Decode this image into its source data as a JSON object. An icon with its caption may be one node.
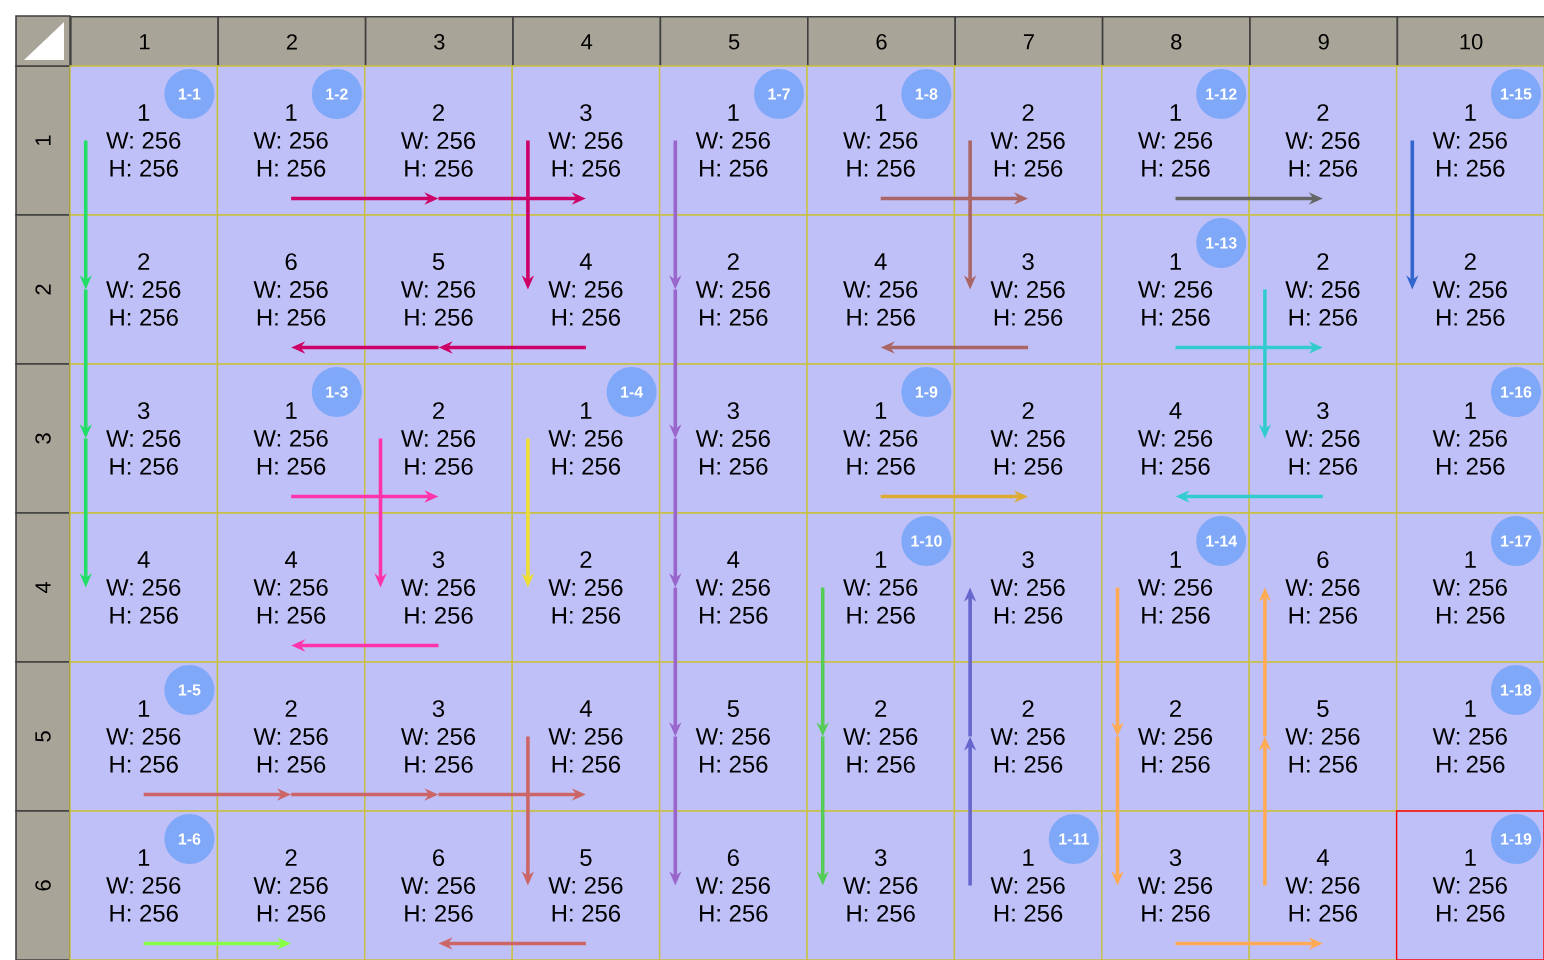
{
  "diagram": {
    "nodes": [
      {
        "text": [
          "1",
          "W: 256",
          "H: 256"
        ]
      },
      {
        "text": [
          "1",
          "W: 256",
          "H: 256"
        ]
      },
      {
        "text": [
          "2",
          "W: 256",
          "H: 256"
        ]
      },
      {
        "text": [
          "3",
          "W: 256",
          "H: 256"
        ]
      },
      {
        "text": [
          "1",
          "W: 256",
          "H: 256"
        ]
      },
      {
        "text": [
          "1",
          "W: 256",
          "H: 256"
        ]
      },
      {
        "text": [
          "2",
          "W: 256",
          "H: 256"
        ]
      },
      {
        "text": [
          "1",
          "W: 256",
          "H: 256"
        ]
      },
      {
        "text": [
          "2",
          "W: 256",
          "H: 256"
        ]
      },
      {
        "text": [
          "1",
          "W: 256",
          "H: 256"
        ]
      },
      {
        "text": [
          "2",
          "W: 256",
          "H: 256"
        ]
      },
      {
        "text": [
          "6",
          "W: 256",
          "H: 256"
        ]
      },
      {
        "text": [
          "5",
          "W: 256",
          "H: 256"
        ]
      },
      {
        "text": [
          "4",
          "W: 256",
          "H: 256"
        ]
      },
      {
        "text": [
          "2",
          "W: 256",
          "H: 256"
        ]
      },
      {
        "text": [
          "4",
          "W: 256",
          "H: 256"
        ]
      },
      {
        "text": [
          "3",
          "W: 256",
          "H: 256"
        ]
      },
      {
        "text": [
          "1",
          "W: 256",
          "H: 256"
        ]
      },
      {
        "text": [
          "2",
          "W: 256",
          "H: 256"
        ]
      },
      {
        "text": [
          "2",
          "W: 256",
          "H: 256"
        ]
      },
      {
        "text": [
          "3",
          "W: 256",
          "H: 256"
        ]
      },
      {
        "text": [
          "1",
          "W: 256",
          "H: 256"
        ]
      },
      {
        "text": [
          "2",
          "W: 256",
          "H: 256"
        ]
      },
      {
        "text": [
          "1",
          "W: 256",
          "H: 256"
        ]
      },
      {
        "text": [
          "3",
          "W: 256",
          "H: 256"
        ]
      },
      {
        "text": [
          "1",
          "W: 256",
          "H: 256"
        ]
      },
      {
        "text": [
          "2",
          "W: 256",
          "H: 256"
        ]
      },
      {
        "text": [
          "4",
          "W: 256",
          "H: 256"
        ]
      },
      {
        "text": [
          "3",
          "W: 256",
          "H: 256"
        ]
      },
      {
        "text": [
          "1",
          "W: 256",
          "H: 256"
        ]
      },
      {
        "text": [
          "4",
          "W: 256",
          "H: 256"
        ]
      },
      {
        "text": [
          "4",
          "W: 256",
          "H: 256"
        ]
      },
      {
        "text": [
          "3",
          "W: 256",
          "H: 256"
        ]
      },
      {
        "text": [
          "2",
          "W: 256",
          "H: 256"
        ]
      },
      {
        "text": [
          "4",
          "W: 256",
          "H: 256"
        ]
      },
      {
        "text": [
          "1",
          "W: 256",
          "H: 256"
        ]
      },
      {
        "text": [
          "3",
          "W: 256",
          "H: 256"
        ]
      },
      {
        "text": [
          "1",
          "W: 256",
          "H: 256"
        ]
      },
      {
        "text": [
          "6",
          "W: 256",
          "H: 256"
        ]
      },
      {
        "text": [
          "1",
          "W: 256",
          "H: 256"
        ]
      },
      {
        "text": [
          "1",
          "W: 256",
          "H: 256"
        ]
      },
      {
        "text": [
          "2",
          "W: 256",
          "H: 256"
        ]
      },
      {
        "text": [
          "3",
          "W: 256",
          "H: 256"
        ]
      },
      {
        "text": [
          "4",
          "W: 256",
          "H: 256"
        ]
      },
      {
        "text": [
          "5",
          "W: 256",
          "H: 256"
        ]
      },
      {
        "text": [
          "2",
          "W: 256",
          "H: 256"
        ]
      },
      {
        "text": [
          "2",
          "W: 256",
          "H: 256"
        ]
      },
      {
        "text": [
          "2",
          "W: 256",
          "H: 256"
        ]
      },
      {
        "text": [
          "5",
          "W: 256",
          "H: 256"
        ]
      },
      {
        "text": [
          "1",
          "W: 256",
          "H: 256"
        ]
      },
      {
        "text": [
          "1",
          "W: 256",
          "H: 256"
        ]
      },
      {
        "text": [
          "2",
          "W: 256",
          "H: 256"
        ]
      },
      {
        "text": [
          "6",
          "W: 256",
          "H: 256"
        ]
      },
      {
        "text": [
          "5",
          "W: 256",
          "H: 256"
        ]
      },
      {
        "text": [
          "6",
          "W: 256",
          "H: 256"
        ]
      },
      {
        "text": [
          "3",
          "W: 256",
          "H: 256"
        ]
      },
      {
        "text": [
          "1",
          "W: 256",
          "H: 256"
        ]
      },
      {
        "text": [
          "3",
          "W: 256",
          "H: 256"
        ]
      },
      {
        "text": [
          "4",
          "W: 256",
          "H: 256"
        ]
      },
      {
        "text": [
          "1",
          "W: 256",
          "H: 256"
        ]
      },
      {
        "text": [
          "1-1"
        ],
        "in": 0
      },
      {
        "text": [
          "1-2"
        ],
        "in": 1
      },
      {
        "text": [
          "1-3"
        ],
        "in": 21
      },
      {
        "text": [
          "1-4"
        ],
        "in": 23
      },
      {
        "text": [
          "1-5"
        ],
        "in": 40
      },
      {
        "text": [
          "1-6"
        ],
        "in": 50
      },
      {
        "text": [
          "1-7"
        ],
        "in": 4
      },
      {
        "text": [
          "1-8"
        ],
        "in": 5
      },
      {
        "text": [
          "1-9"
        ],
        "in": 25
      },
      {
        "text": [
          "1-10"
        ],
        "in": 35
      },
      {
        "text": [
          "1-11"
        ],
        "in": 56
      },
      {
        "text": [
          "1-12"
        ],
        "in": 7
      },
      {
        "text": [
          "1-13"
        ],
        "in": 17
      },
      {
        "text": [
          "1-14"
        ],
        "in": 37
      },
      {
        "text": [
          "1-15"
        ],
        "in": 9
      },
      {
        "text": [
          "1-16"
        ],
        "in": 29
      },
      {
        "text": [
          "1-17"
        ],
        "in": 39
      },
      {
        "text": [
          "1-18"
        ],
        "in": 49
      },
      {
        "text": [
          "1-19"
        ],
        "in": 59
      }
    ],
    "edges": [
      {
        "from": 0,
        "to": 10,
        "arrow": "to",
        "color": "#22dd66"
      },
      {
        "from": 10,
        "to": 20,
        "arrow": "to",
        "color": "#22dd66"
      },
      {
        "from": 20,
        "to": 30,
        "arrow": "to",
        "color": "#22dd66"
      },
      {
        "from": 1,
        "to": 2,
        "arrow": "to",
        "color": "#cc0066"
      },
      {
        "from": 2,
        "to": 3,
        "arrow": "to",
        "color": "#cc0066"
      },
      {
        "from": 3,
        "to": 13,
        "arrow": "to",
        "color": "#cc0066"
      },
      {
        "from": 13,
        "to": 12,
        "arrow": "to",
        "color": "#cc0066"
      },
      {
        "from": 12,
        "to": 11,
        "arrow": "to",
        "color": "#cc0066"
      },
      {
        "from": 21,
        "to": 22,
        "arrow": "to",
        "color": "#ff33aa"
      },
      {
        "from": 22,
        "to": 32,
        "arrow": "to",
        "color": "#ff33aa"
      },
      {
        "from": 32,
        "to": 31,
        "arrow": "to",
        "color": "#ff33aa"
      },
      {
        "from": 23,
        "to": 33,
        "arrow": "to",
        "color": "#eedd33"
      },
      {
        "from": 40,
        "to": 41,
        "arrow": "to",
        "color": "#cc6666"
      },
      {
        "from": 41,
        "to": 42,
        "arrow": "to",
        "color": "#cc6666"
      },
      {
        "from": 42,
        "to": 43,
        "arrow": "to",
        "color": "#cc6666"
      },
      {
        "from": 43,
        "to": 53,
        "arrow": "to",
        "color": "#cc6666"
      },
      {
        "from": 53,
        "to": 52,
        "arrow": "to",
        "color": "#cc6666"
      },
      {
        "from": 50,
        "to": 51,
        "arrow": "to",
        "color": "#88ff44"
      },
      {
        "from": 4,
        "to": 14,
        "arrow": "to",
        "color": "#9966cc"
      },
      {
        "from": 14,
        "to": 24,
        "arrow": "to",
        "color": "#9966cc"
      },
      {
        "from": 24,
        "to": 34,
        "arrow": "to",
        "color": "#9966cc"
      },
      {
        "from": 34,
        "to": 44,
        "arrow": "to",
        "color": "#9966cc"
      },
      {
        "from": 44,
        "to": 54,
        "arrow": "to",
        "color": "#9966cc"
      },
      {
        "from": 5,
        "to": 6,
        "arrow": "to",
        "color": "#aa6666"
      },
      {
        "from": 6,
        "to": 16,
        "arrow": "to",
        "color": "#aa6666"
      },
      {
        "from": 16,
        "to": 15,
        "arrow": "to",
        "color": "#aa6666"
      },
      {
        "from": 25,
        "to": 26,
        "arrow": "to",
        "color": "#ddaa33"
      },
      {
        "from": 35,
        "to": 45,
        "arrow": "to",
        "color": "#55cc55"
      },
      {
        "from": 45,
        "to": 55,
        "arrow": "to",
        "color": "#55cc55"
      },
      {
        "from": 56,
        "to": 46,
        "arrow": "to",
        "color": "#6666cc"
      },
      {
        "from": 46,
        "to": 36,
        "arrow": "to",
        "color": "#6666cc"
      },
      {
        "from": 7,
        "to": 8,
        "arrow": "to",
        "color": "#666666"
      },
      {
        "from": 17,
        "to": 18,
        "arrow": "to",
        "color": "#33cccc"
      },
      {
        "from": 18,
        "to": 28,
        "arrow": "to",
        "color": "#33cccc"
      },
      {
        "from": 28,
        "to": 27,
        "arrow": "to",
        "color": "#33cccc"
      },
      {
        "from": 37,
        "to": 47,
        "arrow": "to",
        "color": "#ffaa55"
      },
      {
        "from": 47,
        "to": 57,
        "arrow": "to",
        "color": "#ffaa55"
      },
      {
        "from": 57,
        "to": 58,
        "arrow": "to",
        "color": "#ffaa55"
      },
      {
        "from": 58,
        "to": 48,
        "arrow": "to",
        "color": "#ffaa55"
      },
      {
        "from": 48,
        "to": 38,
        "arrow": "to",
        "color": "#ffaa55"
      },
      {
        "from": 9,
        "to": 19,
        "arrow": "to",
        "color": "#3366cc"
      }
    ],
    "labels": [
      "1",
      "2",
      "3",
      "4",
      "5",
      "6",
      "7",
      "8",
      "9",
      "10",
      "1",
      "2",
      "3",
      "4",
      "5",
      "6"
    ]
  }
}
